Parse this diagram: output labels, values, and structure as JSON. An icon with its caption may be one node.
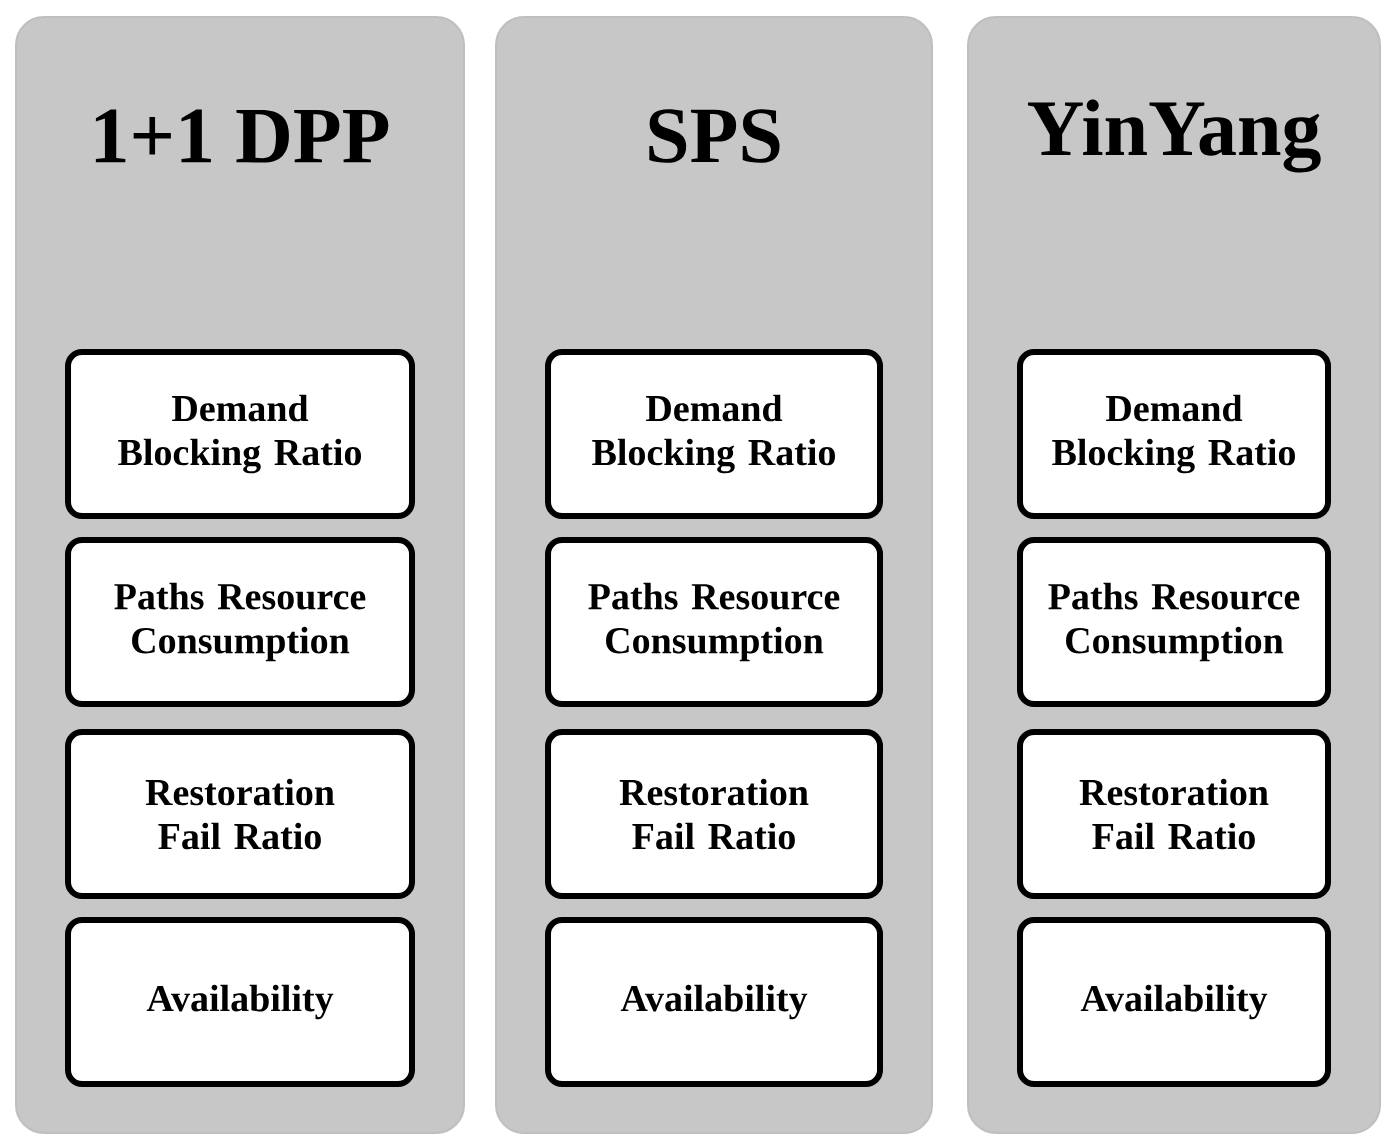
{
  "diagram": {
    "nodes": [
      {
        "text": [
          "1+1 DPP"
        ]
      },
      {
        "text": [
          "Demand Blocking Ratio"
        ],
        "in": 0
      },
      {
        "text": [
          "Paths Resource Consumption"
        ],
        "in": 0
      },
      {
        "text": [
          "Restoration Fail Ratio"
        ],
        "in": 0
      },
      {
        "text": [
          "Availability"
        ],
        "in": 0
      },
      {
        "text": [
          "SPS"
        ]
      },
      {
        "text": [
          "Demand Blocking Ratio"
        ],
        "in": 5
      },
      {
        "text": [
          "Paths Resource Consumption"
        ],
        "in": 5
      },
      {
        "text": [
          "Restoration Fail Ratio"
        ],
        "in": 5
      },
      {
        "text": [
          "Availability"
        ],
        "in": 5
      },
      {
        "text": [
          "YinYang"
        ]
      },
      {
        "text": [
          "Demand Blocking Ratio"
        ],
        "in": 10
      },
      {
        "text": [
          "Paths Resource Consumption"
        ],
        "in": 10
      },
      {
        "text": [
          "Restoration Fail Ratio"
        ],
        "in": 10
      },
      {
        "text": [
          "Availability"
        ],
        "in": 10
      }
    ]
  }
}
